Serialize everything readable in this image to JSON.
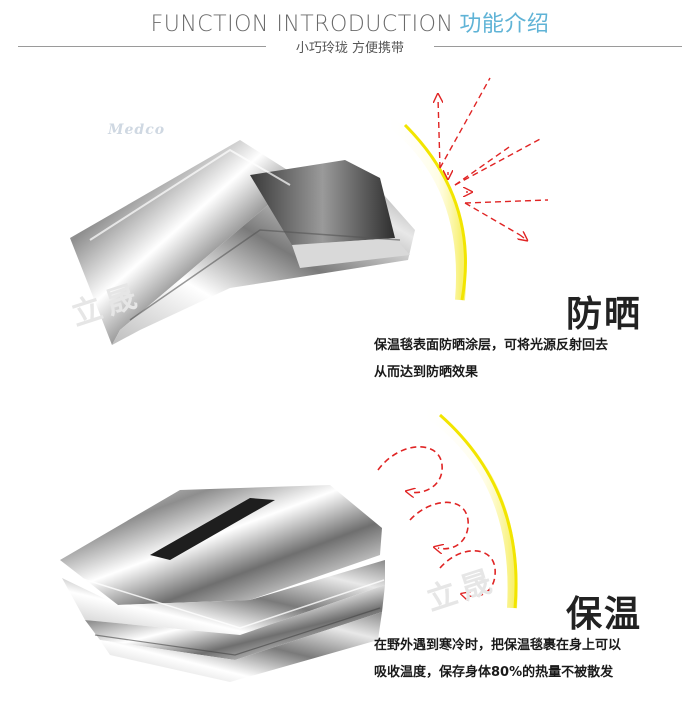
{
  "header": {
    "title_en": "FUNCTION INTRODUCTION",
    "title_cn": "功能介绍",
    "subtitle": "小巧玲珑 方便携带"
  },
  "brand": {
    "logo_text": "Medco",
    "watermark_text": "立晟"
  },
  "features": [
    {
      "title": "防晒",
      "desc_line1": "保温毯表面防晒涂层，可将光源反射回去",
      "desc_line2": "从而达到防晒效果",
      "icon": "reflect-arrows-icon"
    },
    {
      "title": "保温",
      "desc_line1": "在野外遇到寒冷时，把保温毯裹在身上可以",
      "desc_line2": "吸收温度，保存身体80%的热量不被散发",
      "icon": "circular-arrows-icon"
    }
  ],
  "colors": {
    "accent_blue": "#5fb3d6",
    "arrow_red": "#e02424",
    "glow_yellow": "#f2e500"
  }
}
